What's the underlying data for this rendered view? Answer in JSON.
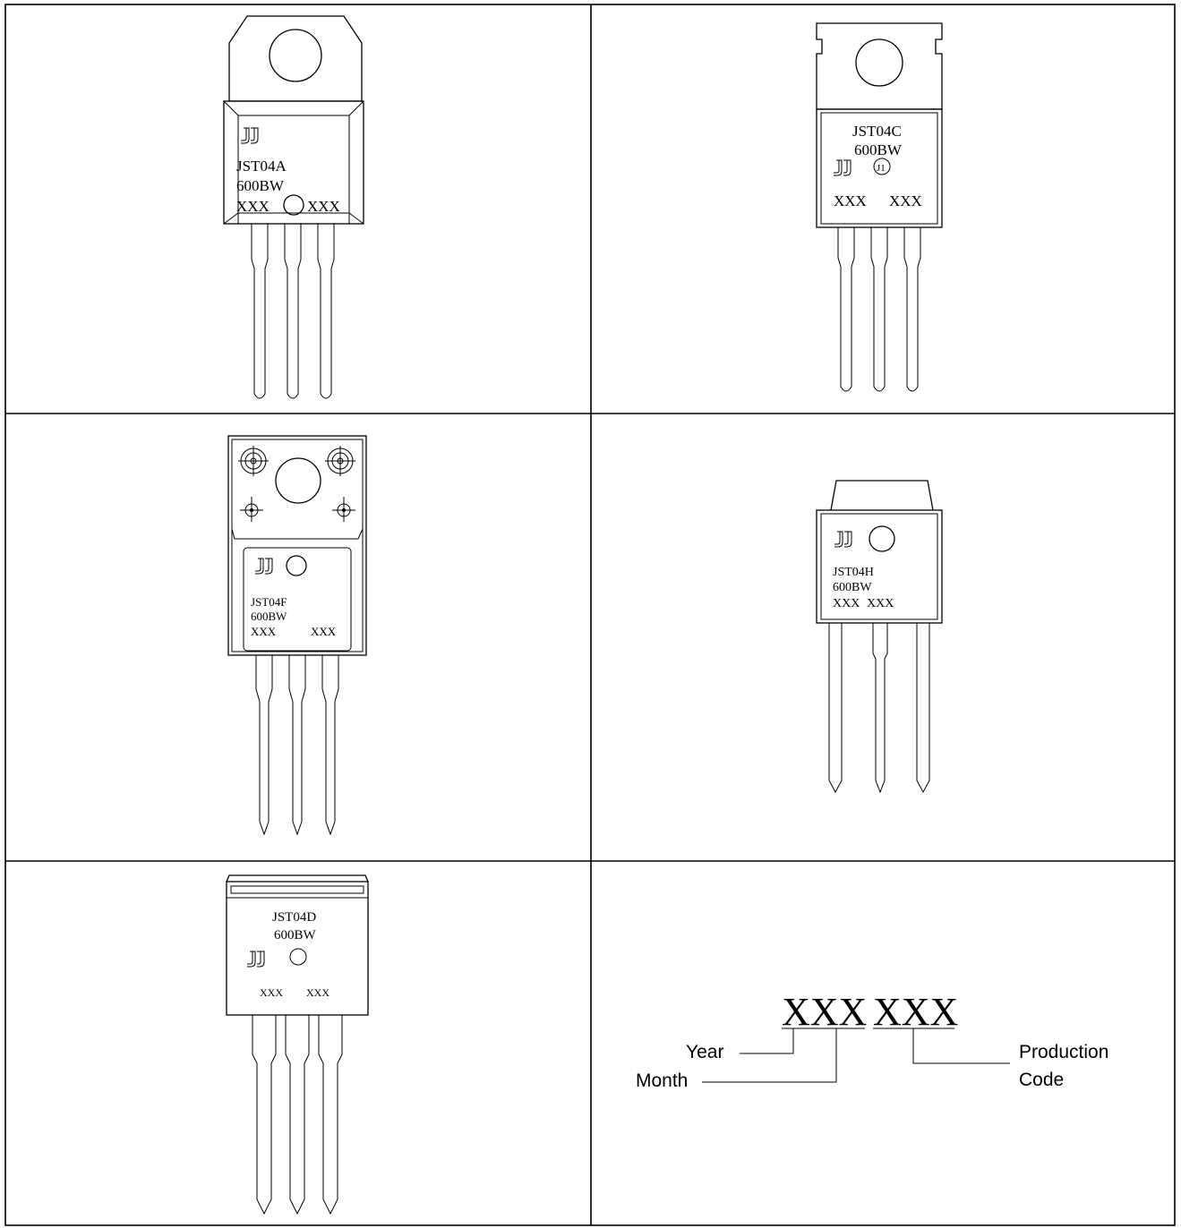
{
  "packages": [
    {
      "id": "A",
      "logo": "JJ",
      "line1": "JST04A",
      "line2": "600BW",
      "code_left": "XXX",
      "code_right": "XXX"
    },
    {
      "id": "C",
      "logo": "JJ",
      "line1": "JST04C",
      "line2": "600BW",
      "code_left": "XXX",
      "code_right": "XXX",
      "mark": "J1"
    },
    {
      "id": "F",
      "logo": "JJ",
      "line1": "JST04F",
      "line2": "600BW",
      "code_left": "XXX",
      "code_right": "XXX"
    },
    {
      "id": "H",
      "logo": "JJ",
      "line1": "JST04H",
      "line2": "600BW",
      "code_left": "XXX",
      "code_right": "XXX"
    },
    {
      "id": "D",
      "logo": "JJ",
      "line1": "JST04D",
      "line2": "600BW",
      "code_left": "XXX",
      "code_right": "XXX"
    }
  ],
  "legend": {
    "code_left": "XXX",
    "code_right": "XXX",
    "year_label": "Year",
    "month_label": "Month",
    "production_label_1": "Production",
    "production_label_2": "Code"
  }
}
